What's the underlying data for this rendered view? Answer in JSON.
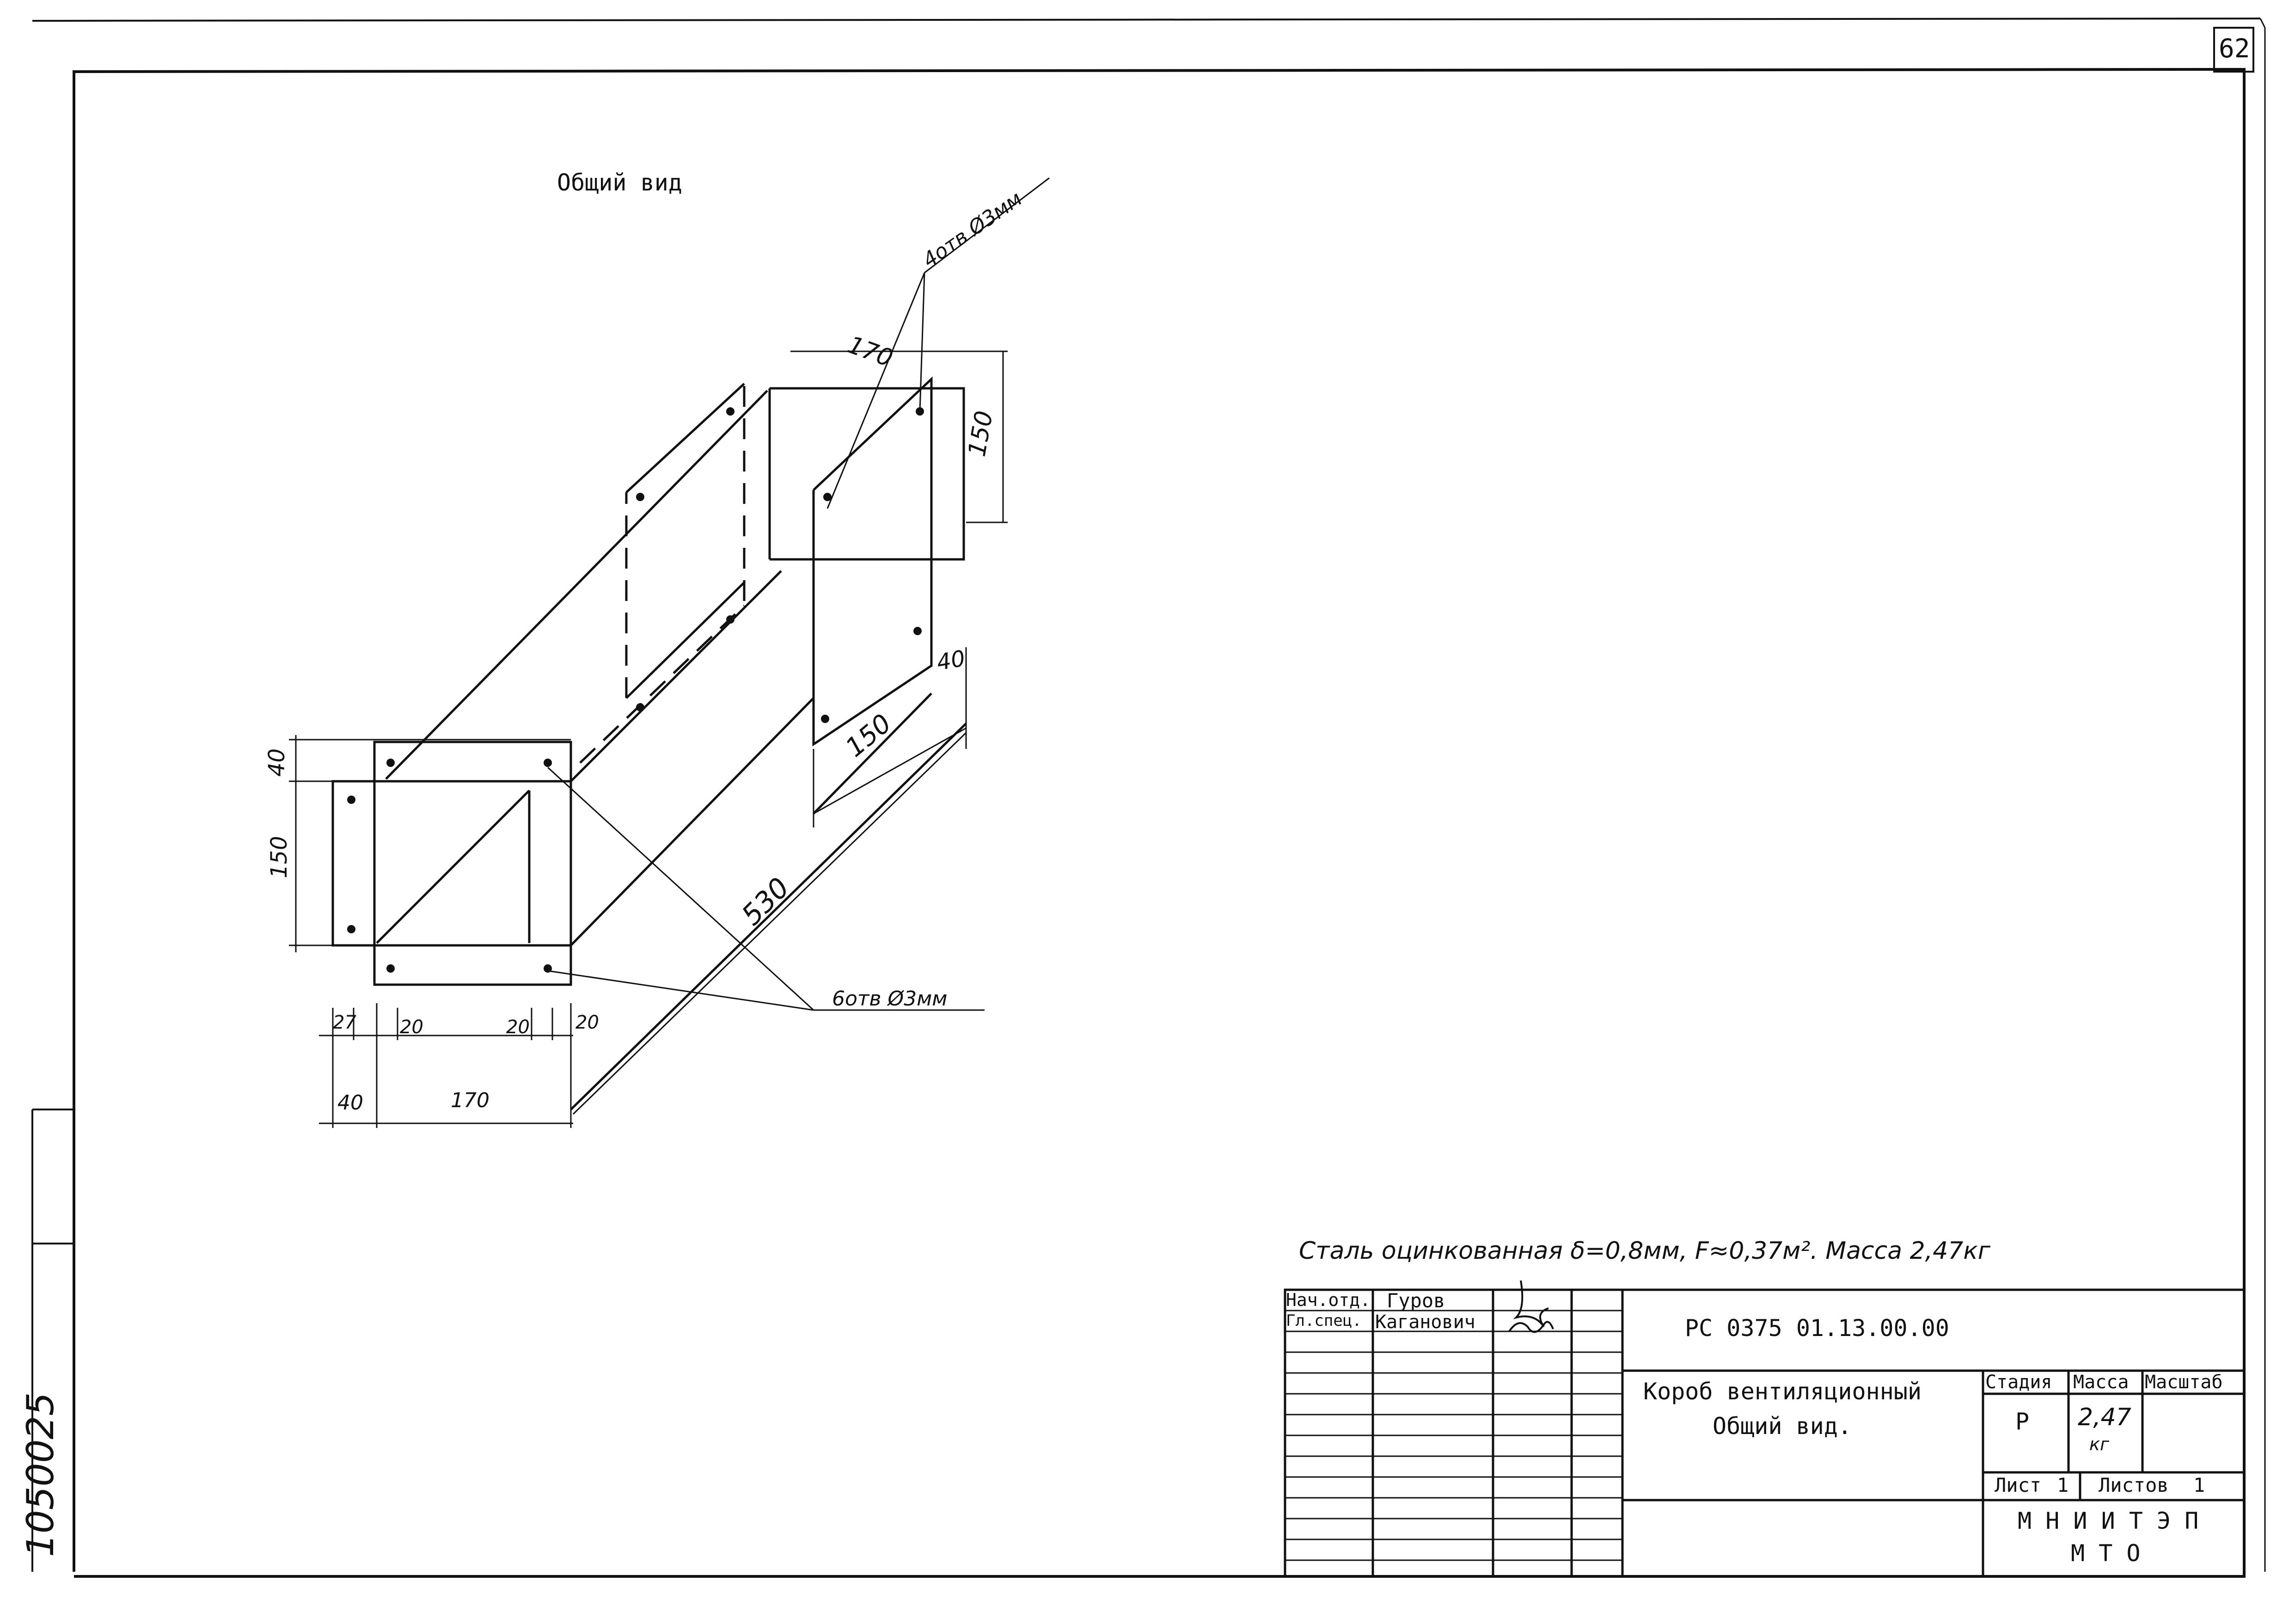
{
  "sheet_number": "62",
  "view_title": "Общий вид",
  "drawing": {
    "dim_width_top": "170",
    "dim_height_right": "150",
    "dim_flange_right": "40",
    "dim_side_right": "150",
    "dim_length": "530",
    "dim_flange_left": "40",
    "dim_height_left": "150",
    "holes_upper_note": "4отв Ø3мм",
    "holes_lower_note": "6отв Ø3мм",
    "bottom_dims": [
      "27",
      "20",
      "20",
      "20"
    ],
    "bottom_overall": [
      "40",
      "170"
    ]
  },
  "material_note": "Сталь оцинкованная δ=0,8мм, F≈0,37м². Масса 2,47кг",
  "title_block": {
    "roles": [
      "Нач.отд.",
      "Гл.спец."
    ],
    "names": [
      "Гуров",
      "Каганович"
    ],
    "designation": "РС 0375 01.13.00.00",
    "name_line1": "Короб вентиляционный",
    "name_line2": "Общий вид.",
    "col_stage": "Стадия",
    "col_mass": "Масса",
    "col_scale": "Масштаб",
    "stage": "Р",
    "mass_value": "2,47",
    "mass_unit": "кг",
    "sheet_label": "Лист",
    "sheet_value": "1",
    "sheets_label": "Листов",
    "sheets_value": "1",
    "org_line1": "М Н И И Т Э П",
    "org_line2": "М Т О"
  },
  "side_stamp": "1050025"
}
